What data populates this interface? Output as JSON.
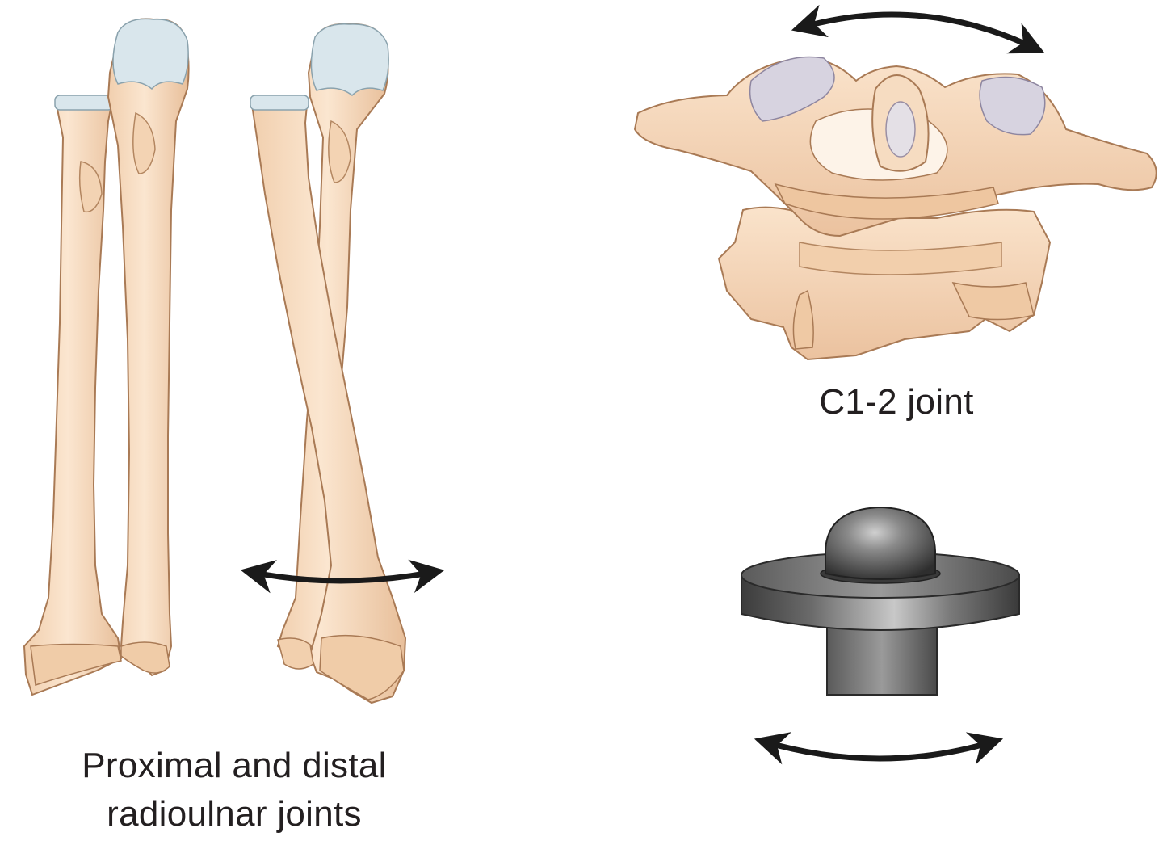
{
  "figure": {
    "panels": {
      "radioulnar": {
        "caption_line1": "Proximal and distal",
        "caption_line2": "radioulnar joints"
      },
      "atlantoaxial": {
        "caption": "C1-2 joint"
      },
      "pivot_model": {}
    },
    "colors": {
      "bone": "#f7dcc0",
      "bone_shadow": "#e3b48e",
      "bone_outline": "#a97a55",
      "cartilage": "#d9e6ec",
      "cartilage_c1": "#d7d3e0",
      "metal_dark": "#3a3a3a",
      "metal_mid": "#6e6e6e",
      "metal_light": "#b9b9b9",
      "arrow": "#1a1a1a"
    }
  }
}
